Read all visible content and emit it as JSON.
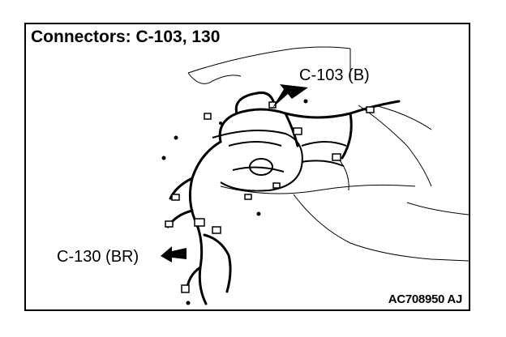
{
  "title": "Connectors: C-103, 130",
  "callouts": {
    "c103": "C-103 (B)",
    "c130": "C-130 (BR)"
  },
  "figure_code": "AC708950 AJ",
  "colors": {
    "line": "#000000",
    "background": "#ffffff"
  }
}
